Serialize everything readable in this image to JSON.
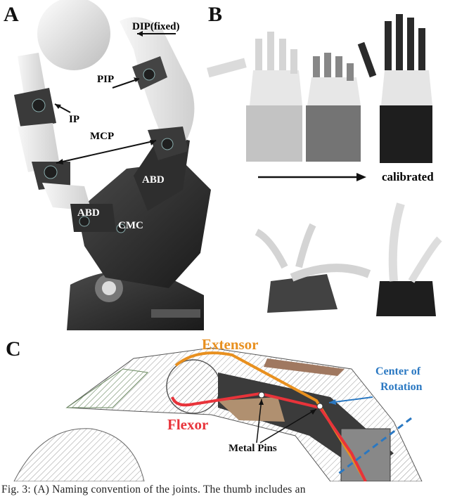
{
  "figure": {
    "panel_a": {
      "label": "A",
      "joints": [
        "DIP(fixed)",
        "PIP",
        "IP",
        "MCP",
        "ABD",
        "ABD",
        "CMC"
      ]
    },
    "panel_b": {
      "label": "B",
      "arrow_caption": "calibrated"
    },
    "panel_c": {
      "label": "C",
      "extensor": "Extensor",
      "flexor": "Flexor",
      "metal_pins": "Metal Pins",
      "center_of_rotation": [
        "Center of",
        "Rotation"
      ]
    },
    "caption": "Fig. 3: (A) Naming convention of the joints. The thumb includes an"
  },
  "colors": {
    "extensor": "#e8901f",
    "flexor": "#e8333a",
    "center_of_rotation": "#2a78c2",
    "hand_dark": "#2b2b2b",
    "hand_light": "#ececec"
  }
}
